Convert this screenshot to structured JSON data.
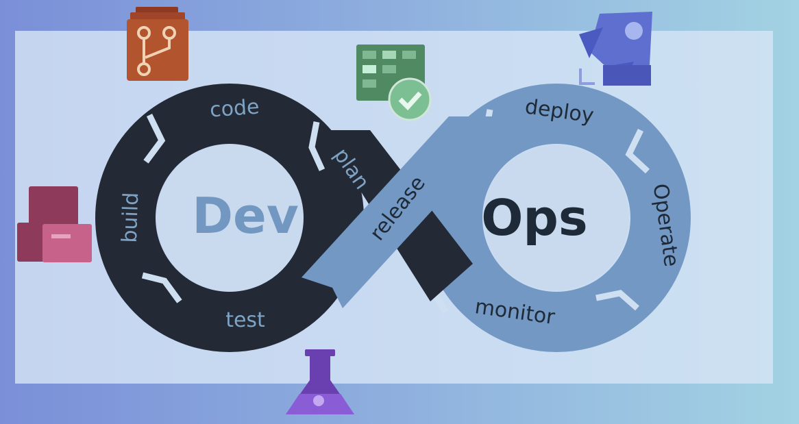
{
  "diagram": {
    "title_dev": "Dev",
    "title_ops": "Ops",
    "stages": {
      "code": "code",
      "plan": "plan",
      "build": "build",
      "test": "test",
      "release": "release",
      "deploy": "deploy",
      "operate": "Operate",
      "monitor": "monitor"
    }
  },
  "icons": [
    "repos-icon",
    "boards-icon",
    "pipelines-rocket-icon",
    "artifacts-icon",
    "test-plans-flask-icon"
  ],
  "colors": {
    "dev_ring": "#232a36",
    "ops_ring": "#7398c4",
    "dev_text": "#7297c0",
    "ops_text": "#1f2a38"
  }
}
